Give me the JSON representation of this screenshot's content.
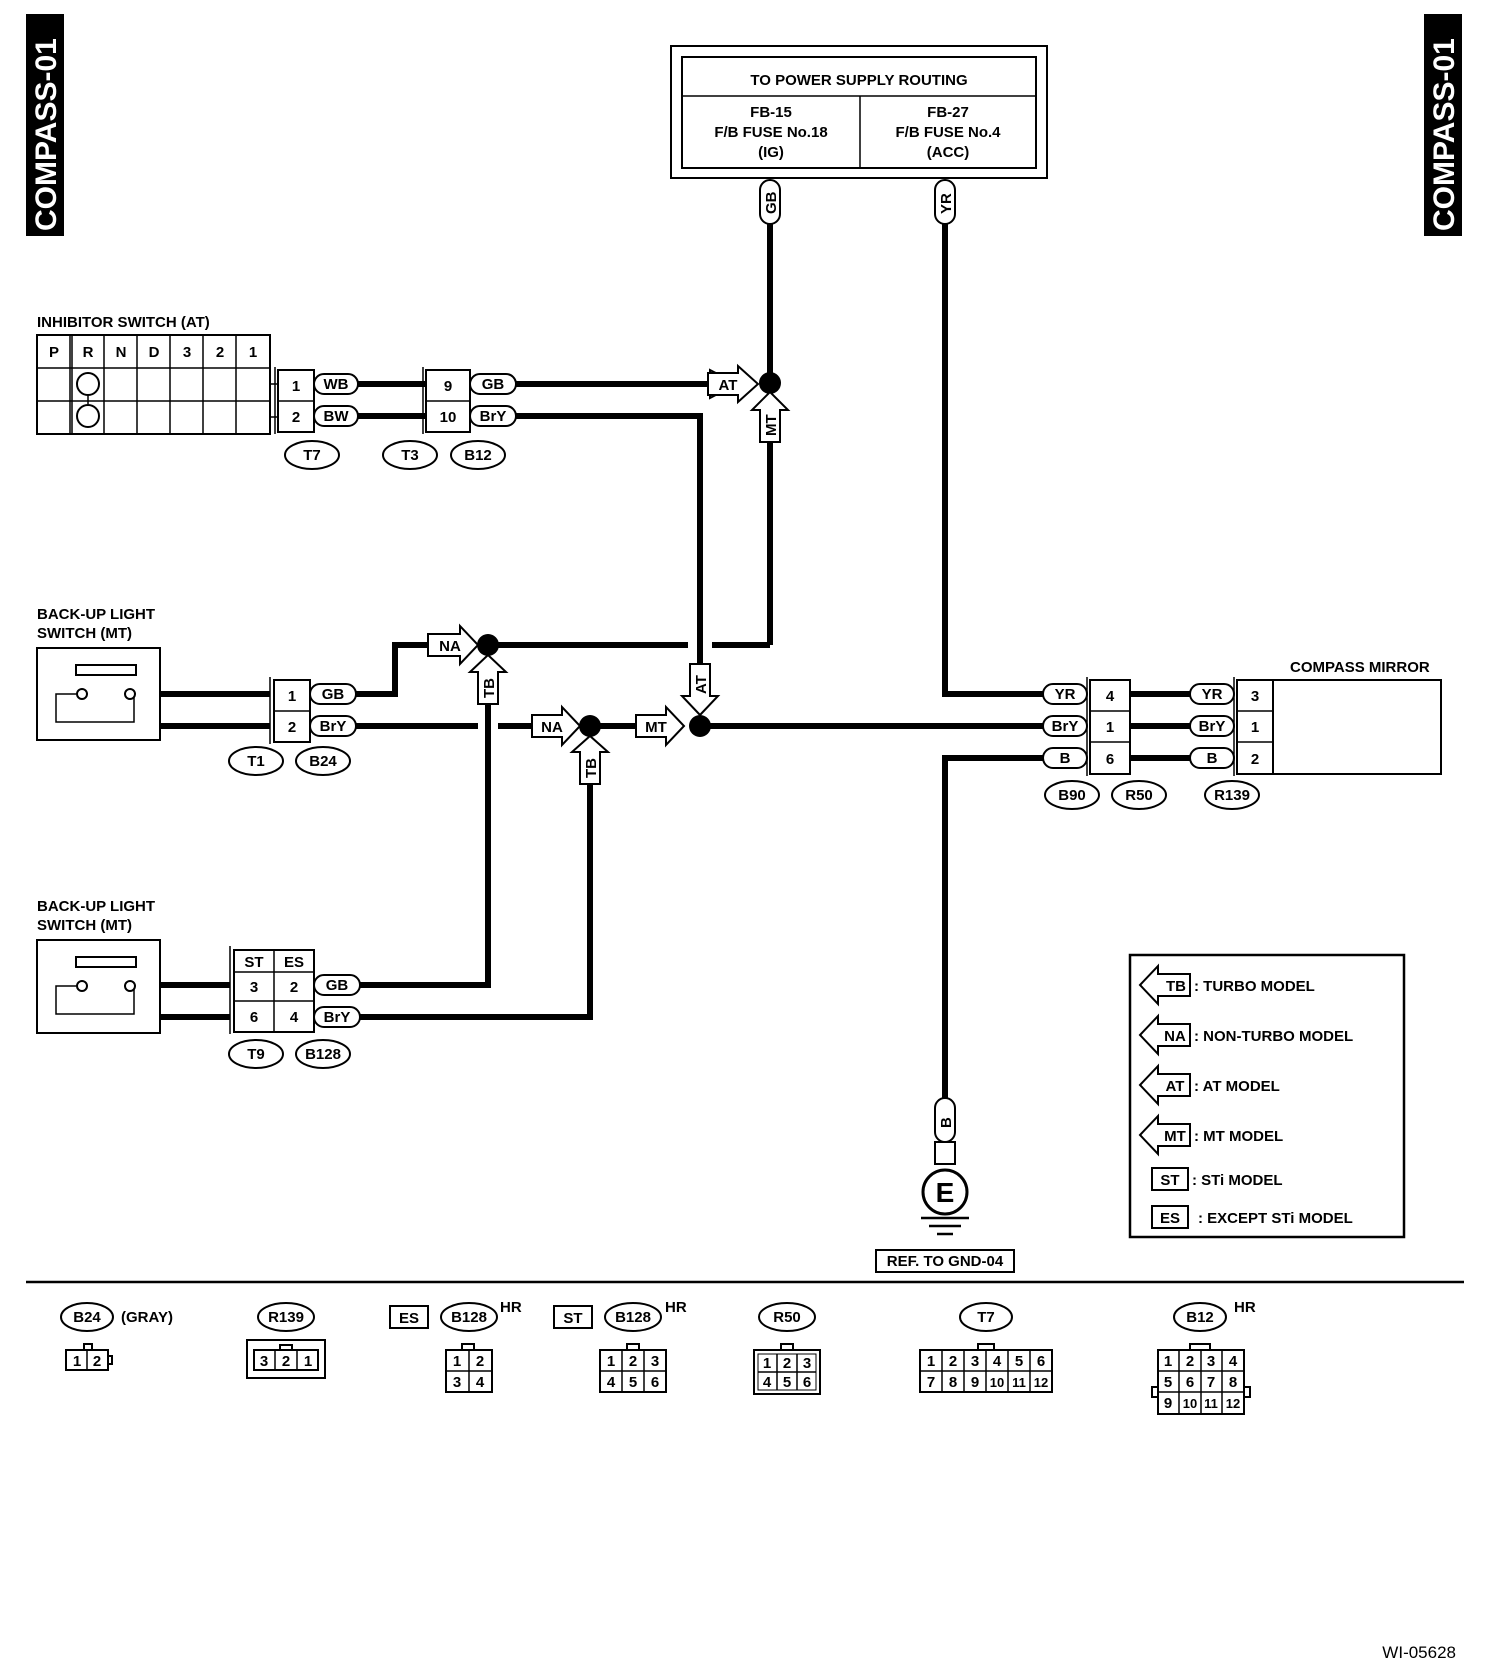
{
  "side_label": "COMPASS-01",
  "power": {
    "title": "TO POWER SUPPLY ROUTING",
    "left": [
      "FB-15",
      "F/B FUSE No.18",
      "(IG)"
    ],
    "right": [
      "FB-27",
      "F/B FUSE No.4",
      "(ACC)"
    ]
  },
  "inhibitor": {
    "title": "INHIBITOR SWITCH (AT)",
    "positions": [
      "P",
      "R",
      "N",
      "D",
      "3",
      "2",
      "1"
    ]
  },
  "backup1": {
    "title": [
      "BACK-UP LIGHT",
      "SWITCH (MT)"
    ]
  },
  "backup2": {
    "title": [
      "BACK-UP LIGHT",
      "SWITCH (MT)"
    ]
  },
  "compass": {
    "title": "COMPASS MIRROR"
  },
  "wires": {
    "GB": "GB",
    "YR": "YR",
    "WB": "WB",
    "BW": "BW",
    "BrY": "BrY",
    "B": "B"
  },
  "pins": {
    "t7": [
      "1",
      "2"
    ],
    "t3": [
      "9",
      "10"
    ],
    "t1": [
      "1",
      "2"
    ],
    "t9_head": [
      "ST",
      "ES"
    ],
    "t9": [
      "3",
      "2",
      "6",
      "4"
    ],
    "b90": [
      "4",
      "1",
      "6"
    ],
    "r139": [
      "3",
      "1",
      "2"
    ]
  },
  "connectors": {
    "T7": "T7",
    "T3": "T3",
    "B12": "B12",
    "T1": "T1",
    "B24": "B24",
    "T9": "T9",
    "B128": "B128",
    "B90": "B90",
    "R50": "R50",
    "R139": "R139"
  },
  "tags": {
    "AT": "AT",
    "MT": "MT",
    "NA": "NA",
    "TB": "TB",
    "ST": "ST",
    "ES": "ES"
  },
  "ground": {
    "symbol": "E",
    "ref": "REF. TO GND-04"
  },
  "legend": [
    {
      "tag": "TB",
      "text": ": TURBO MODEL"
    },
    {
      "tag": "NA",
      "text": ": NON-TURBO MODEL"
    },
    {
      "tag": "AT",
      "text": ": AT MODEL"
    },
    {
      "tag": "MT",
      "text": ": MT MODEL"
    },
    {
      "tag": "ST",
      "text": ": STi MODEL"
    },
    {
      "tag": "ES",
      "text": ": EXCEPT STi MODEL"
    }
  ],
  "footer": {
    "b24_note": "(GRAY)",
    "hr": "HR",
    "b24_pins": [
      "1",
      "2"
    ],
    "r139_pins": [
      "3",
      "2",
      "1"
    ],
    "b128_es_pins": [
      "1",
      "2",
      "3",
      "4"
    ],
    "b128_st_pins": [
      "1",
      "2",
      "3",
      "4",
      "5",
      "6"
    ],
    "r50_pins": [
      "1",
      "2",
      "3",
      "4",
      "5",
      "6"
    ],
    "t7_pins": [
      "1",
      "2",
      "3",
      "4",
      "5",
      "6",
      "7",
      "8",
      "9",
      "10",
      "11",
      "12"
    ],
    "b12_pins": [
      "1",
      "2",
      "3",
      "4",
      "5",
      "6",
      "7",
      "8",
      "9",
      "10",
      "11",
      "12"
    ]
  },
  "doc_id": "WI-05628"
}
